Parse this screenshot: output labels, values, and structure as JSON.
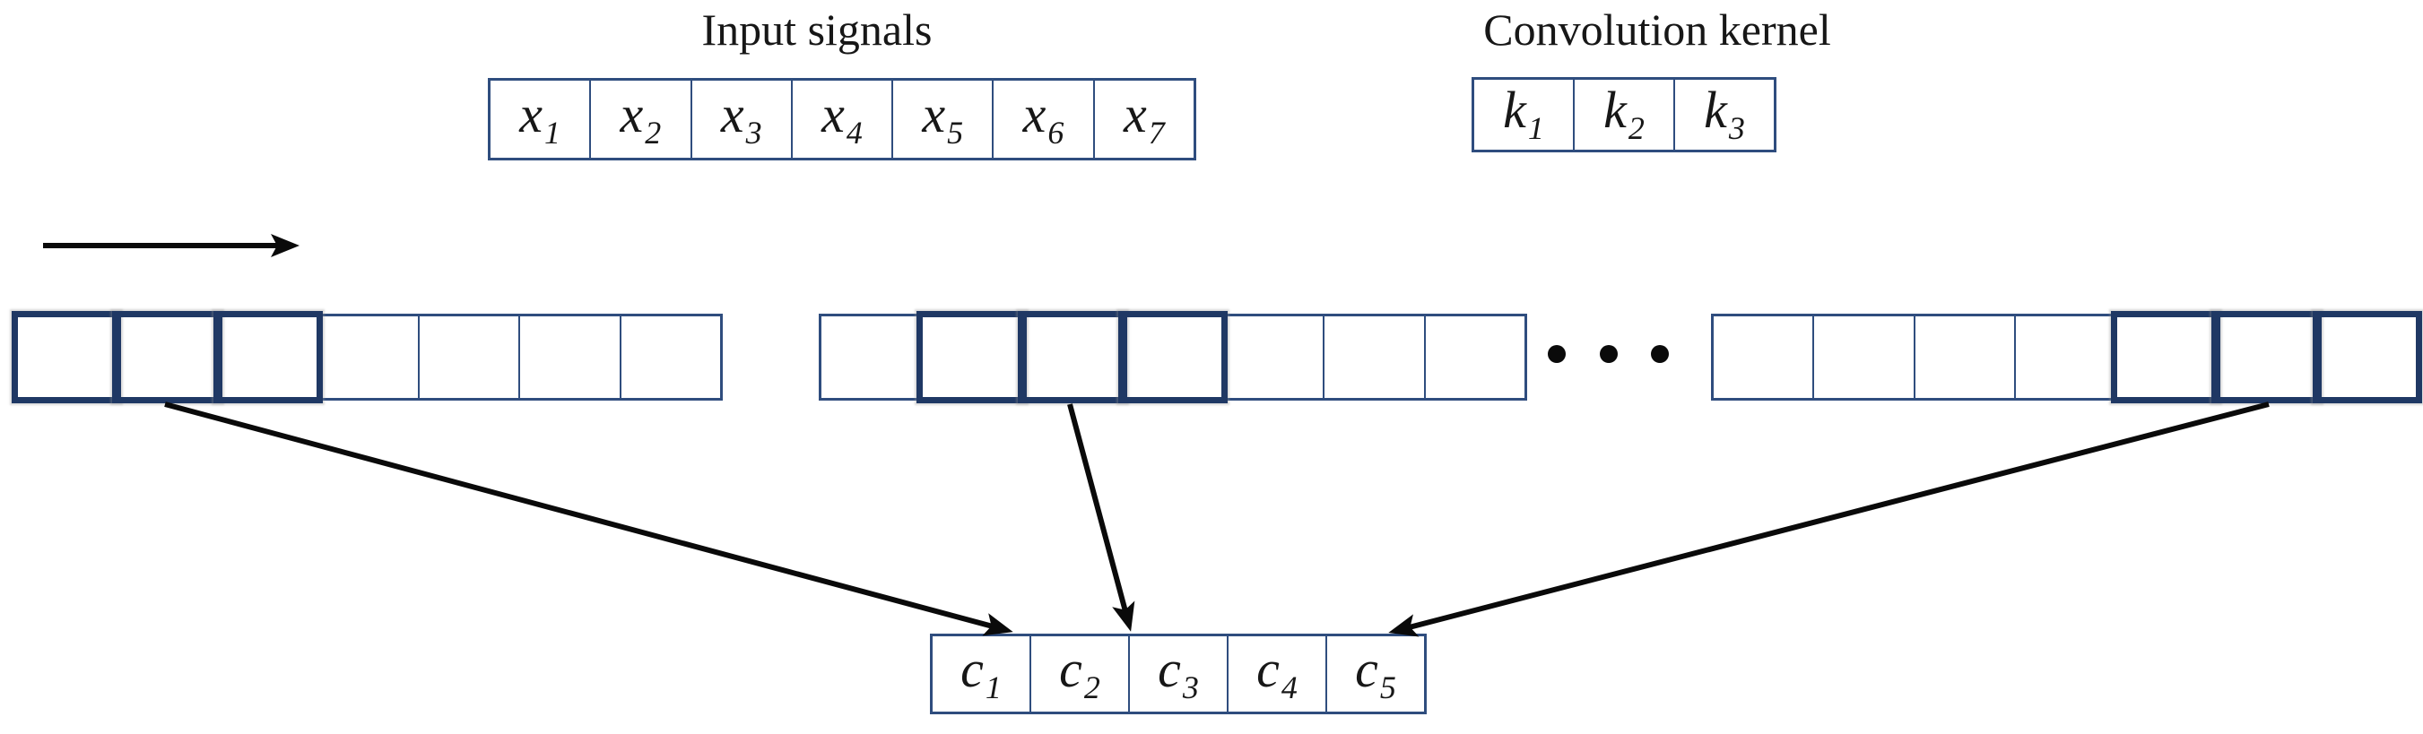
{
  "figure": {
    "input": {
      "title": "Input signals",
      "cells": [
        {
          "base": "x",
          "sub": "1"
        },
        {
          "base": "x",
          "sub": "2"
        },
        {
          "base": "x",
          "sub": "3"
        },
        {
          "base": "x",
          "sub": "4"
        },
        {
          "base": "x",
          "sub": "5"
        },
        {
          "base": "x",
          "sub": "6"
        },
        {
          "base": "x",
          "sub": "7"
        }
      ]
    },
    "kernel": {
      "title": "Convolution kernel",
      "cells": [
        {
          "base": "k",
          "sub": "1"
        },
        {
          "base": "k",
          "sub": "2"
        },
        {
          "base": "k",
          "sub": "3"
        }
      ]
    },
    "output": {
      "cells": [
        {
          "base": "c",
          "sub": "1"
        },
        {
          "base": "c",
          "sub": "2"
        },
        {
          "base": "c",
          "sub": "3"
        },
        {
          "base": "c",
          "sub": "4"
        },
        {
          "base": "c",
          "sub": "5"
        }
      ]
    },
    "slider_rows": [
      {
        "num_cells": 7,
        "window_start": 0,
        "window_size": 3
      },
      {
        "num_cells": 7,
        "window_start": 1,
        "window_size": 3
      },
      {
        "num_cells": 7,
        "window_start": 4,
        "window_size": 3
      }
    ],
    "ellipsis_dot_count": 3,
    "icons": {
      "slide_direction": "right-arrow-icon",
      "mapping": "arrow-icon",
      "ellipsis": "ellipsis-dots-icon"
    },
    "colors": {
      "cell_border": "#2f4d7e",
      "window_border": "#1f3864",
      "arrow": "#0a0a0a",
      "text": "#171717",
      "background": "#ffffff"
    }
  }
}
